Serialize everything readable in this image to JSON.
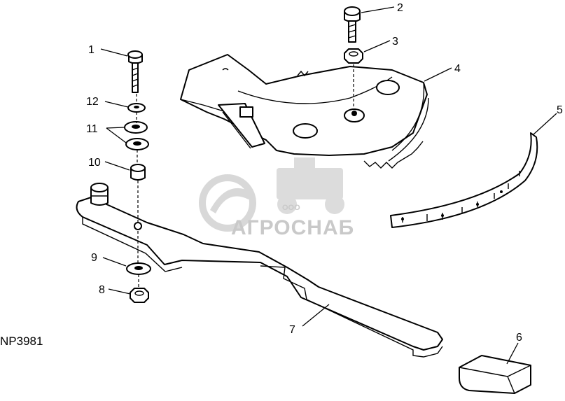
{
  "figure_code": "NP3981",
  "watermark": {
    "brand": "АГРОСНАБ",
    "prefix": "ООО"
  },
  "callouts": [
    {
      "id": "1",
      "label": "1"
    },
    {
      "id": "2",
      "label": "2"
    },
    {
      "id": "3",
      "label": "3"
    },
    {
      "id": "4",
      "label": "4"
    },
    {
      "id": "5",
      "label": "5"
    },
    {
      "id": "6",
      "label": "6"
    },
    {
      "id": "7",
      "label": "7"
    },
    {
      "id": "8",
      "label": "8"
    },
    {
      "id": "9",
      "label": "9"
    },
    {
      "id": "10",
      "label": "10"
    },
    {
      "id": "11",
      "label": "11"
    },
    {
      "id": "12",
      "label": "12"
    }
  ]
}
